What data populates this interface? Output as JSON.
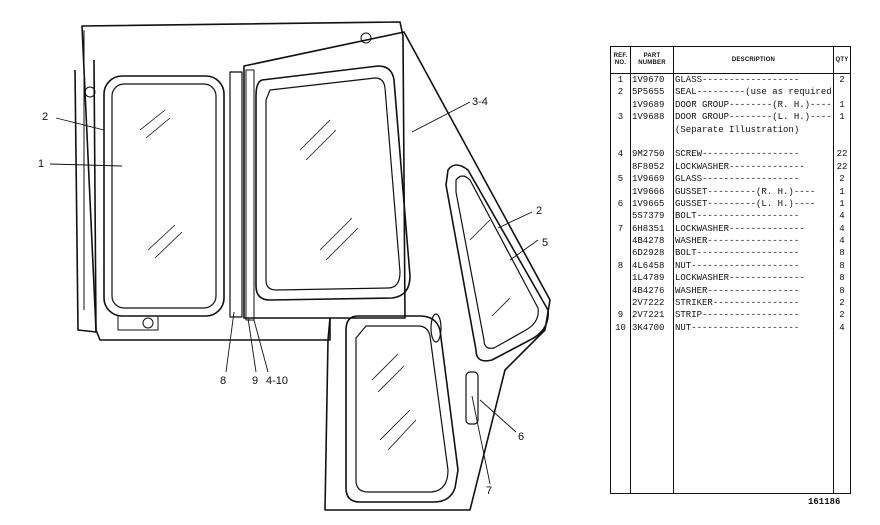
{
  "callouts": [
    "2",
    "1",
    "3-4",
    "2",
    "5",
    "6",
    "7",
    "8",
    "9",
    "4-10"
  ],
  "table": {
    "headers": {
      "ref": "REF. NO.",
      "part": "PART NUMBER",
      "desc": "DESCRIPTION",
      "qty": "QTY"
    },
    "rows": [
      {
        "ref": "1",
        "part": "1V9670",
        "desc": "GLASS------------------",
        "qty": "2"
      },
      {
        "ref": "2",
        "part": "5P5655",
        "desc": "SEAL---------(use as required)--",
        "qty": ""
      },
      {
        "ref": "",
        "part": "1V9689",
        "desc": "DOOR GROUP--------(R. H.)----",
        "qty": "1"
      },
      {
        "ref": "3",
        "part": "1V9688",
        "desc": "DOOR GROUP--------(L. H.)----",
        "qty": "1"
      },
      {
        "ref": "",
        "part": "",
        "desc": "  (Separate Illustration)",
        "qty": ""
      },
      {
        "ref": "",
        "part": "",
        "desc": "",
        "qty": ""
      },
      {
        "ref": "4",
        "part": "9M2750",
        "desc": "SCREW------------------",
        "qty": "22"
      },
      {
        "ref": "",
        "part": "8F8052",
        "desc": "LOCKWASHER--------------",
        "qty": "22"
      },
      {
        "ref": "5",
        "part": "1V9669",
        "desc": "GLASS------------------",
        "qty": "2"
      },
      {
        "ref": "",
        "part": "1V9666",
        "desc": "GUSSET---------(R. H.)----",
        "qty": "1"
      },
      {
        "ref": "6",
        "part": "1V9665",
        "desc": "GUSSET---------(L. H.)----",
        "qty": "1"
      },
      {
        "ref": "",
        "part": "5S7379",
        "desc": "BOLT-------------------",
        "qty": "4"
      },
      {
        "ref": "7",
        "part": "6H8351",
        "desc": "LOCKWASHER--------------",
        "qty": "4"
      },
      {
        "ref": "",
        "part": "4B4278",
        "desc": "WASHER-----------------",
        "qty": "4"
      },
      {
        "ref": "",
        "part": "6D2928",
        "desc": "BOLT-------------------",
        "qty": "8"
      },
      {
        "ref": "8",
        "part": "4L6458",
        "desc": "NUT--------------------",
        "qty": "8"
      },
      {
        "ref": "",
        "part": "1L4789",
        "desc": "LOCKWASHER--------------",
        "qty": "8"
      },
      {
        "ref": "",
        "part": "4B4276",
        "desc": "WASHER-----------------",
        "qty": "8"
      },
      {
        "ref": "",
        "part": "2V7222",
        "desc": "STRIKER----------------",
        "qty": "2"
      },
      {
        "ref": "9",
        "part": "2V7221",
        "desc": "STRIP------------------",
        "qty": "2"
      },
      {
        "ref": "10",
        "part": "3K4700",
        "desc": "NUT--------------------",
        "qty": "4"
      }
    ]
  },
  "illustration_code": "161186"
}
